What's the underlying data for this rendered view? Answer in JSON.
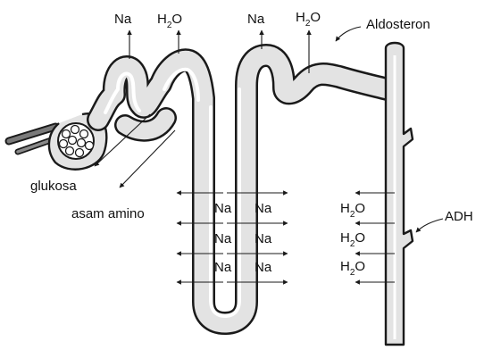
{
  "colors": {
    "tubule_fill": "#e3e3e3",
    "outline": "#1a1a1a",
    "background": "#ffffff"
  },
  "labels": {
    "top_na_1": "Na",
    "top_h2o_1": {
      "base": "H",
      "sub": "2",
      "tail": "O"
    },
    "top_na_2": "Na",
    "top_h2o_2": {
      "base": "H",
      "sub": "2",
      "tail": "O"
    },
    "aldosteron": "Aldosteron",
    "glukosa": "glukosa",
    "asam_amino": "asam amino",
    "adh": "ADH"
  },
  "loop_exchange": [
    {
      "left": "Na",
      "right": "Na"
    },
    {
      "left": "Na",
      "right": "Na"
    },
    {
      "left": "Na",
      "right": "Na"
    }
  ],
  "duct_water": [
    {
      "base": "H",
      "sub": "2",
      "tail": "O"
    },
    {
      "base": "H",
      "sub": "2",
      "tail": "O"
    },
    {
      "base": "H",
      "sub": "2",
      "tail": "O"
    }
  ]
}
